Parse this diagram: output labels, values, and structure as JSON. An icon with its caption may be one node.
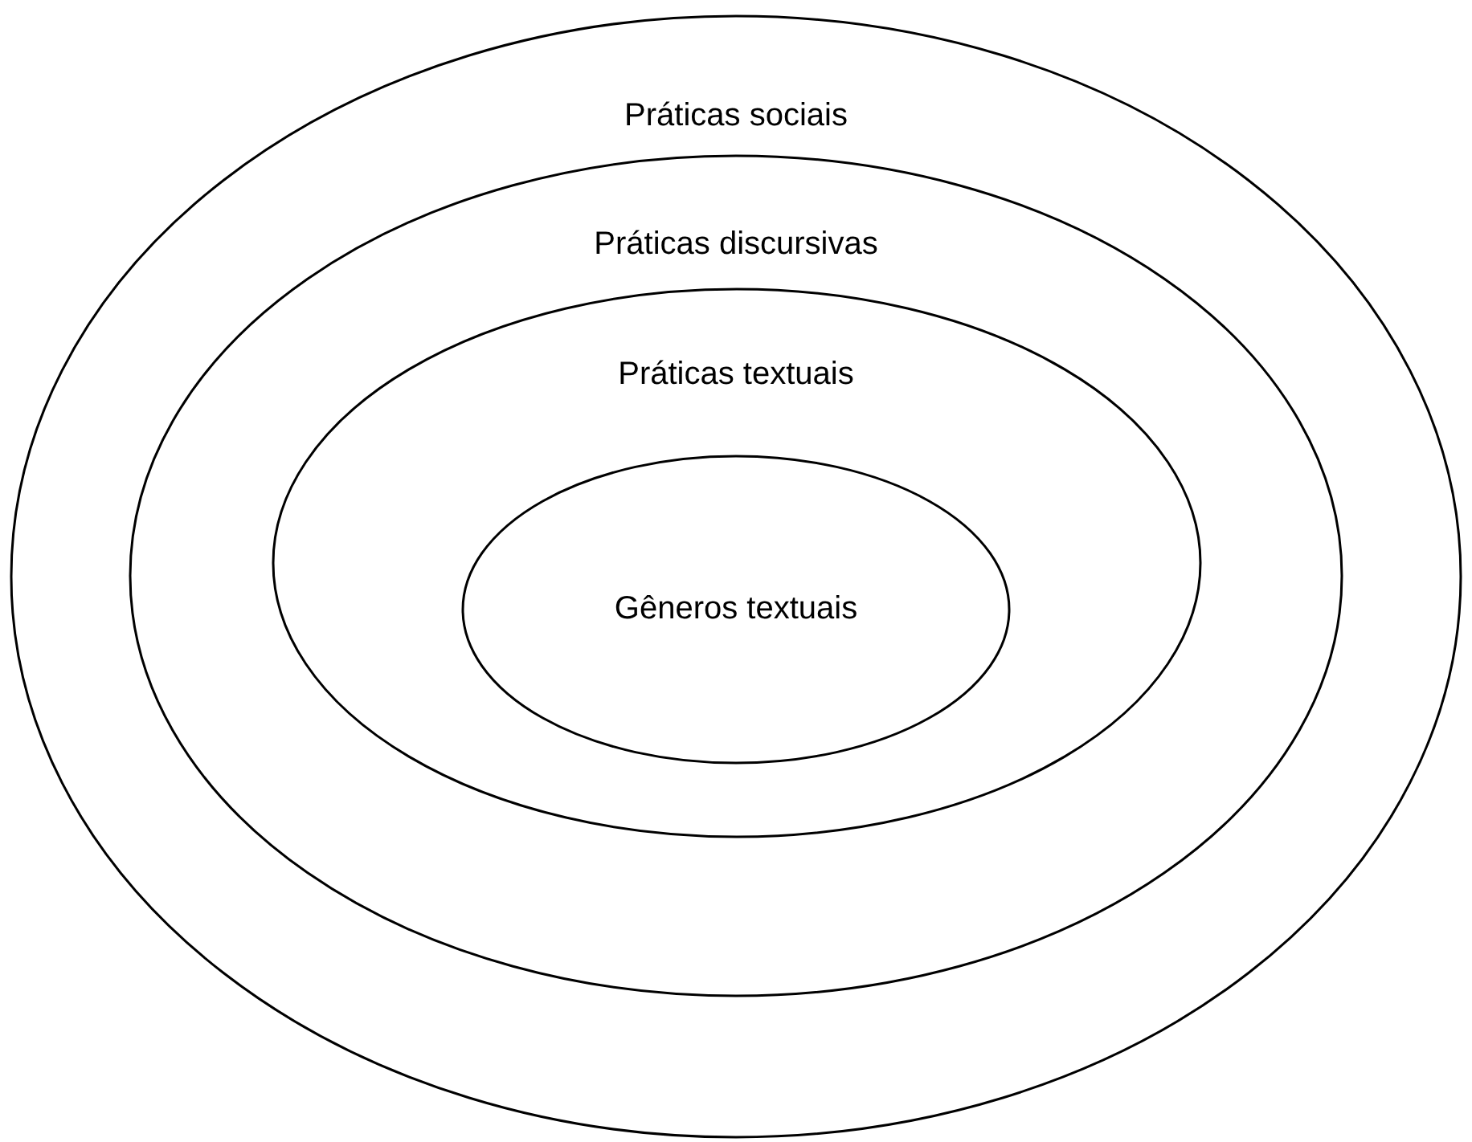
{
  "diagram": {
    "nodes": [
      {
        "text": [
          "Práticas sociais"
        ]
      },
      {
        "text": [
          "Práticas discursivas"
        ],
        "in": 0
      },
      {
        "text": [
          "Práticas textuais"
        ],
        "in": 1
      },
      {
        "text": [
          "Gêneros textuais"
        ],
        "in": 2
      }
    ]
  }
}
